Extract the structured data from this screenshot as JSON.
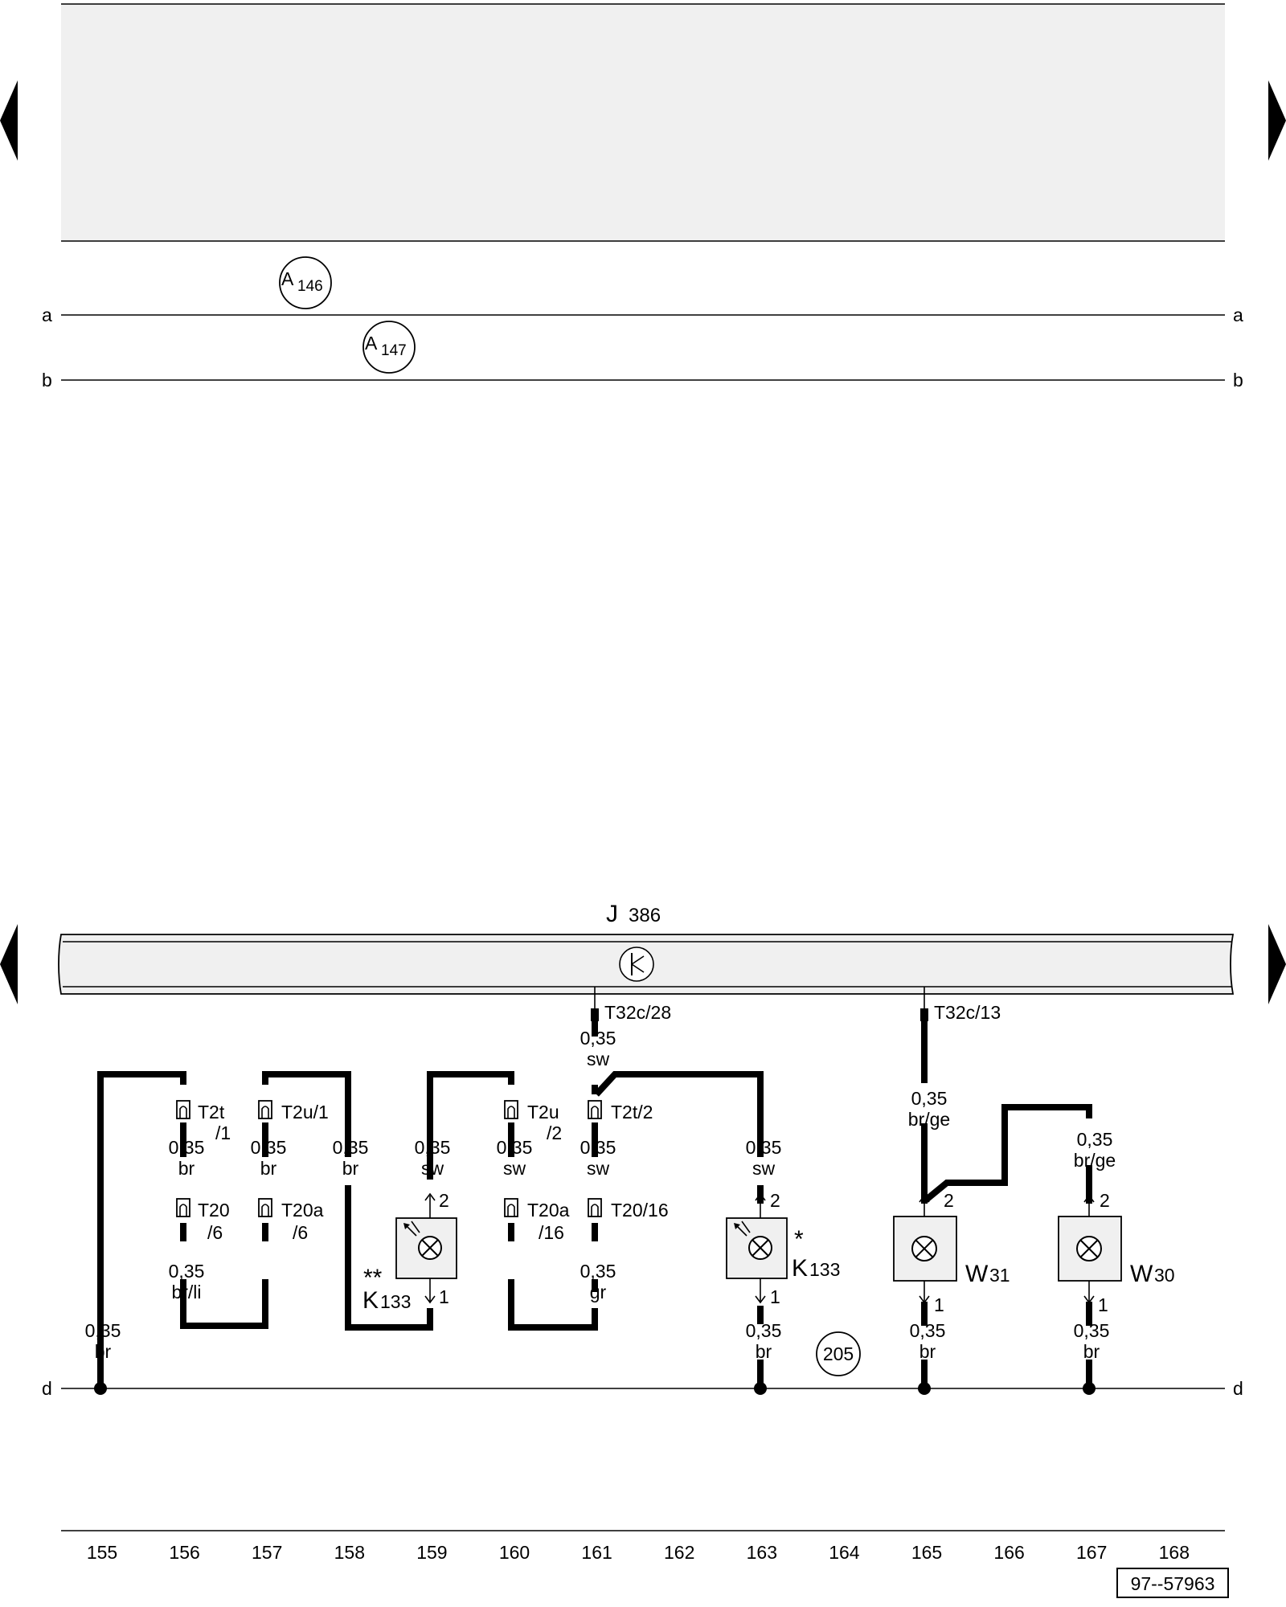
{
  "bus_lines": [
    {
      "label": "a"
    },
    {
      "label": "b"
    },
    {
      "label": "d"
    }
  ],
  "markers": [
    {
      "letter": "A",
      "number": "146"
    },
    {
      "letter": "A",
      "number": "147"
    }
  ],
  "control_unit": {
    "letter": "J",
    "number": "386"
  },
  "pins": {
    "p28": "T32c/28",
    "p13": "T32c/13"
  },
  "connectors": {
    "t2t1a": "T2t",
    "t2t1b": "/1",
    "t2u1": "T2u/1",
    "t2u2a": "T2u",
    "t2u2b": "/2",
    "t2t2": "T2t/2",
    "t20a": "T20",
    "t20b": "/6",
    "t20a6a": "T20a",
    "t20a6b": "/6",
    "t20a16a": "T20a",
    "t20a16b": "/16",
    "t2016": "T20/16"
  },
  "wires": {
    "w155": [
      "0,35",
      "br"
    ],
    "w156a": [
      "0,35",
      "br"
    ],
    "w156b": [
      "0,35",
      "br/li"
    ],
    "w157": [
      "0,35",
      "br"
    ],
    "w158": [
      "0,35",
      "br"
    ],
    "w159": [
      "0,35",
      "sw"
    ],
    "w160": [
      "0,35",
      "sw"
    ],
    "w161top": [
      "0,35",
      "sw"
    ],
    "w161a": [
      "0,35",
      "sw"
    ],
    "w161b": [
      "0,35",
      "gr"
    ],
    "w163a": [
      "0,35",
      "sw"
    ],
    "w163b": [
      "0,35",
      "br"
    ],
    "w165a": [
      "0,35",
      "br/ge"
    ],
    "w165b": [
      "0,35",
      "br"
    ],
    "w167a": [
      "0,35",
      "br/ge"
    ],
    "w167b": [
      "0,35",
      "br"
    ]
  },
  "components": {
    "k133_left": {
      "letter": "K",
      "number": "133",
      "mark": "**"
    },
    "k133_right": {
      "letter": "K",
      "number": "133",
      "mark": "*"
    },
    "w31": {
      "letter": "W",
      "number": "31"
    },
    "w30": {
      "letter": "W",
      "number": "30"
    }
  },
  "pin_numbers": {
    "top": "2",
    "bottom": "1"
  },
  "ground_point": "205",
  "columns": [
    "155",
    "156",
    "157",
    "158",
    "159",
    "160",
    "161",
    "162",
    "163",
    "164",
    "165",
    "166",
    "167",
    "168"
  ],
  "doc_number": "97--57963",
  "colors": {
    "panel": "#f0f0f0",
    "ink": "#000000"
  }
}
